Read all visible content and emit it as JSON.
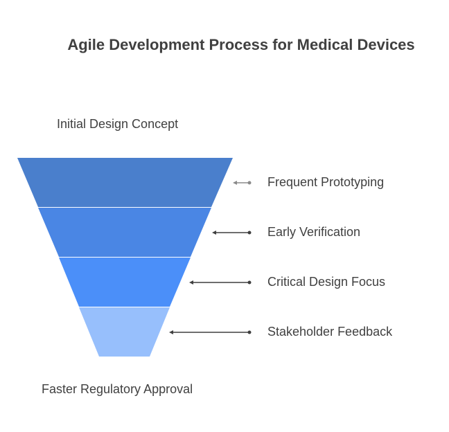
{
  "title": "Agile Development Process for Medical Devices",
  "top_label": "Initial Design Concept",
  "bottom_label": "Faster Regulatory Approval",
  "stages": [
    {
      "label": "Frequent Prototyping",
      "color": "#4a7fcc"
    },
    {
      "label": "Early Verification",
      "color": "#4a86e4"
    },
    {
      "label": "Critical Design Focus",
      "color": "#4b8ff9"
    },
    {
      "label": "Stakeholder Feedback",
      "color": "#97bffc"
    }
  ],
  "colors": {
    "connector": "#3f3f3f",
    "connector_light": "#8a8a8a"
  }
}
